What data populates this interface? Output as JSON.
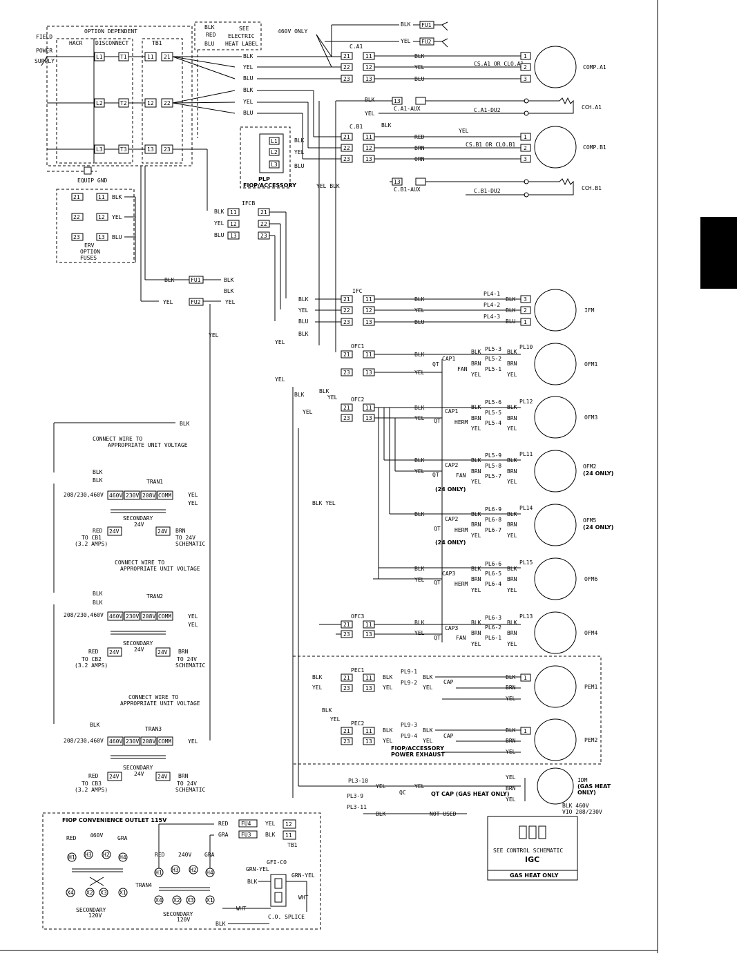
{
  "wires": {
    "BLK": "BLK",
    "YEL": "YEL",
    "BLU": "BLU",
    "RED": "RED",
    "BRN": "BRN",
    "ORN": "ORN",
    "GRA": "GRA",
    "WHT": "WHT",
    "GRN_YEL": "GRN-YEL",
    "YEL_BLK": "YEL BLK",
    "BLK_YEL": "BLK YEL"
  },
  "field_power": {
    "line1": "FIELD",
    "line2": "POWER",
    "line3": "SUPPLY"
  },
  "option_dependent": "OPTION DEPENDENT",
  "hacr": "HACR",
  "disconnect": "DISCONNECT",
  "tb1": "TB1",
  "terminals": {
    "L1": "L1",
    "L2": "L2",
    "L3": "L3",
    "T1": "T1",
    "T2": "T2",
    "T3": "T3",
    "t11": "11",
    "t12": "12",
    "t13": "13",
    "t21": "21",
    "t22": "22",
    "t23": "23"
  },
  "see_electric": {
    "l1": "SEE",
    "l2": "ELECTRIC",
    "l3": "HEAT LABEL"
  },
  "equip_gnd": "EQUIP GND",
  "erv": {
    "l1": "ERV",
    "l2": "OPTION",
    "l3": "FUSES"
  },
  "v460_only": "460V ONLY",
  "fuses": {
    "fu1": "FU1",
    "fu2": "FU2",
    "fu3": "FU3",
    "fu4": "FU4"
  },
  "contactors": {
    "ca1": "C.A1",
    "cb1": "C.B1",
    "ca1_aux": "C.A1-AUX",
    "cb1_aux": "C.B1-AUX",
    "ca1_du2": "C.A1-DU2",
    "cb1_du2": "C.B1-DU2",
    "ifc": "IFC",
    "ofc1": "OFC1",
    "ofc2": "OFC2",
    "ofc3": "OFC3",
    "pec1": "PEC1",
    "pec2": "PEC2",
    "ifcb": "IFCB"
  },
  "cs_a1": "CS.A1 OR CLO.A1",
  "cs_b1": "CS.B1 OR CLO.B1",
  "motors": {
    "comp_a1": "COMP.A1",
    "comp_b1": "COMP.B1",
    "cch_a1": "CCH.A1",
    "cch_b1": "CCH.B1",
    "ifm": "IFM",
    "ofm1": "OFM1",
    "ofm3": "OFM3",
    "ofm2": "OFM2",
    "ofm5": "OFM5",
    "ofm6": "OFM6",
    "ofm4": "OFM4",
    "pem1": "PEM1",
    "pem2": "PEM2",
    "idm": "IDM",
    "only24": "(24 ONLY)",
    "gas_heat_only_paren": "(GAS HEAT",
    "gas_heat_only_paren2": "ONLY)"
  },
  "plp": {
    "l1": "PLP",
    "l2": "FIOP/ACCESSORY"
  },
  "plugs": {
    "pl4_1": "PL4-1",
    "pl4_2": "PL4-2",
    "pl4_3": "PL4-3",
    "pl5_1": "PL5-1",
    "pl5_2": "PL5-2",
    "pl5_3": "PL5-3",
    "pl5_4": "PL5-4",
    "pl5_5": "PL5-5",
    "pl5_6": "PL5-6",
    "pl5_7": "PL5-7",
    "pl5_8": "PL5-8",
    "pl5_9": "PL5-9",
    "pl6_1": "PL6-1",
    "pl6_2": "PL6-2",
    "pl6_3": "PL6-3",
    "pl6_4": "PL6-4",
    "pl6_5": "PL6-5",
    "pl6_6": "PL6-6",
    "pl6_7": "PL6-7",
    "pl6_8": "PL6-8",
    "pl6_9": "PL6-9",
    "pl9_1": "PL9-1",
    "pl9_2": "PL9-2",
    "pl9_3": "PL9-3",
    "pl9_4": "PL9-4",
    "pl3_9": "PL3-9",
    "pl3_10": "PL3-10",
    "pl3_11": "PL3-11",
    "pl10": "PL10",
    "pl11": "PL11",
    "pl12": "PL12",
    "pl13": "PL13",
    "pl14": "PL14",
    "pl15": "PL15"
  },
  "caps": {
    "cap1": "CAP1",
    "cap2": "CAP2",
    "cap3": "CAP3",
    "cap": "CAP",
    "qt": "QT",
    "fan": "FAN",
    "herm": "HERM",
    "qc": "QC"
  },
  "connect_wire": {
    "l1": "CONNECT WIRE TO",
    "l2": "APPROPRIATE UNIT VOLTAGE"
  },
  "tran": {
    "t1": "TRAN1",
    "t2": "TRAN2",
    "t3": "TRAN3",
    "t4": "TRAN4",
    "volts": "208/230,460V",
    "v460": "460V",
    "v230": "230V",
    "v208": "208V",
    "comm": "COMM",
    "secondary": "SECONDARY",
    "v24": "24V",
    "to_cb1": "TO CB1",
    "to_cb2": "TO CB2",
    "to_cb3": "TO CB3",
    "amps": "(3.2 AMPS)",
    "to24": "TO 24V",
    "schematic": "SCHEMATIC"
  },
  "power_exhaust": {
    "l1": "FIOP/ACCESSORY",
    "l2": "POWER EXHAUST"
  },
  "qt_cap_gas": "QT CAP (GAS HEAT ONLY)",
  "not_used": "NOT USED",
  "blk460": "BLK 460V",
  "vio": "VIO 208/230V",
  "igc": {
    "see": "SEE CONTROL SCHEMATIC",
    "name": "IGC",
    "gas": "GAS HEAT ONLY"
  },
  "outlet": {
    "title": "FIOP CONVENIENCE OUTLET 115V",
    "v460": "460V",
    "v240": "240V",
    "h1": "H1",
    "h2": "H2",
    "h3": "H3",
    "h4": "H4",
    "x1": "X1",
    "x2": "X2",
    "x3": "X3",
    "x4": "X4",
    "secondary": "SECONDARY",
    "v120": "120V",
    "gfi": "GFI-CO",
    "co_splice": "C.O. SPLICE"
  },
  "numbers": {
    "n1": "1",
    "n2": "2",
    "n3": "3"
  }
}
